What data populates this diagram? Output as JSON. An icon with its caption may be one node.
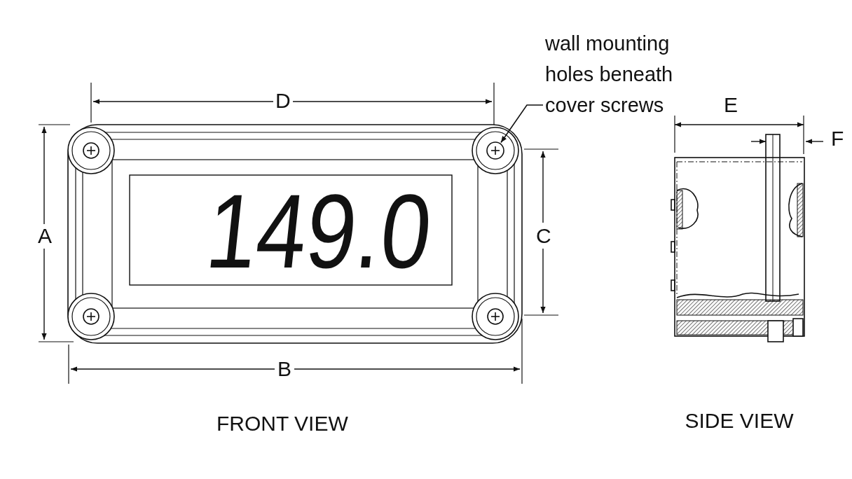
{
  "diagram": {
    "nodes": [
      {
        "text": [
          "wall mounting holes beneath cover screws"
        ]
      },
      {
        "text": [],
        "shape": "circle"
      }
    ],
    "edges": [
      {
        "from": 0,
        "to": 1,
        "arrow": "to"
      }
    ],
    "labels": [
      "D",
      "E",
      "F",
      "A",
      "149.0",
      "C",
      "B",
      "FRONT VIEW",
      "SIDE VIEW"
    ]
  }
}
